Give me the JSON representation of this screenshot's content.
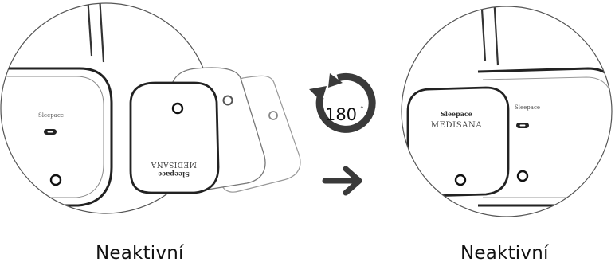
{
  "captions": {
    "left": "Neaktivní",
    "right": "Neaktivní"
  },
  "rotation_label": "180",
  "rotation_degree_mark": "°",
  "device": {
    "brand_small": "Sleepace",
    "brand_large": "MEDISANA"
  },
  "colors": {
    "line": "#333333",
    "arrow": "#3a3a3a",
    "text": "#111111"
  }
}
